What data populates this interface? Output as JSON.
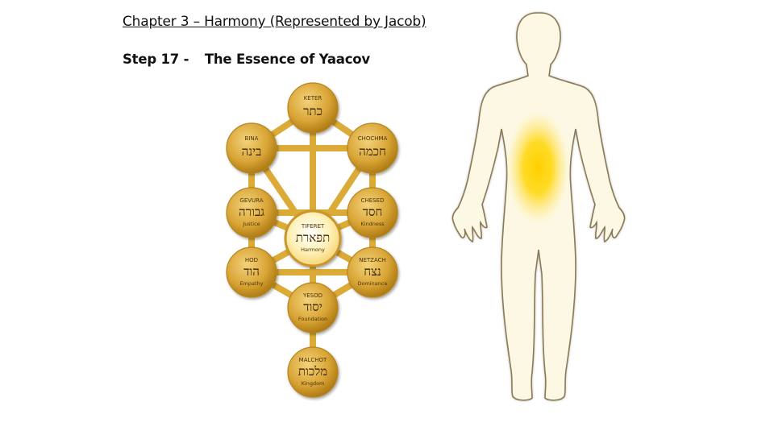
{
  "slide": {
    "title": "Chapter 3 – Harmony (Represented by Jacob)",
    "step_label": "Step 17 -",
    "step_title": "The Essence of Yaacov"
  },
  "colors": {
    "sefira_fill": "#d7a536",
    "sefira_dark": "#a8740f",
    "sefira_highlight": "#f1cf6c",
    "center_fill": "#fff3bd",
    "path_color": "#dcaa36",
    "body_fill": "#fdf8e4",
    "body_outline": "#8a7a5a",
    "glow_color": "#ffd200"
  },
  "sefirot": [
    {
      "id": "keter",
      "name": "KETER",
      "hebrew": "כתר",
      "translation": "",
      "center": false
    },
    {
      "id": "bina",
      "name": "BINA",
      "hebrew": "בינה",
      "translation": "",
      "center": false
    },
    {
      "id": "chochma",
      "name": "CHOCHMA",
      "hebrew": "חכמה",
      "translation": "",
      "center": false
    },
    {
      "id": "gevura",
      "name": "GEVURA",
      "hebrew": "גבורה",
      "translation": "Justice",
      "center": false
    },
    {
      "id": "chesed",
      "name": "CHESED",
      "hebrew": "חסד",
      "translation": "Kindness",
      "center": false
    },
    {
      "id": "tiferet",
      "name": "TIFERET",
      "hebrew": "תפארת",
      "translation": "Harmony",
      "center": true
    },
    {
      "id": "hod",
      "name": "HOD",
      "hebrew": "הוד",
      "translation": "Empathy",
      "center": false
    },
    {
      "id": "netzach",
      "name": "NETZACH",
      "hebrew": "נצח",
      "translation": "Dominance",
      "center": false
    },
    {
      "id": "yesod",
      "name": "YESOD",
      "hebrew": "יסוד",
      "translation": "Foundation",
      "center": false
    },
    {
      "id": "malchot",
      "name": "MALCHOT",
      "hebrew": "מלכות",
      "translation": "Kingdom",
      "center": false
    }
  ],
  "paths": [
    [
      "keter",
      "bina"
    ],
    [
      "keter",
      "chochma"
    ],
    [
      "keter",
      "tiferet"
    ],
    [
      "bina",
      "chochma"
    ],
    [
      "bina",
      "gevura"
    ],
    [
      "bina",
      "tiferet"
    ],
    [
      "chochma",
      "chesed"
    ],
    [
      "chochma",
      "tiferet"
    ],
    [
      "gevura",
      "chesed"
    ],
    [
      "gevura",
      "tiferet"
    ],
    [
      "gevura",
      "hod"
    ],
    [
      "chesed",
      "tiferet"
    ],
    [
      "chesed",
      "netzach"
    ],
    [
      "tiferet",
      "hod"
    ],
    [
      "tiferet",
      "netzach"
    ],
    [
      "tiferet",
      "yesod"
    ],
    [
      "hod",
      "netzach"
    ],
    [
      "hod",
      "yesod"
    ],
    [
      "netzach",
      "yesod"
    ],
    [
      "yesod",
      "malchot"
    ]
  ],
  "body": {
    "highlight_region": "torso"
  }
}
